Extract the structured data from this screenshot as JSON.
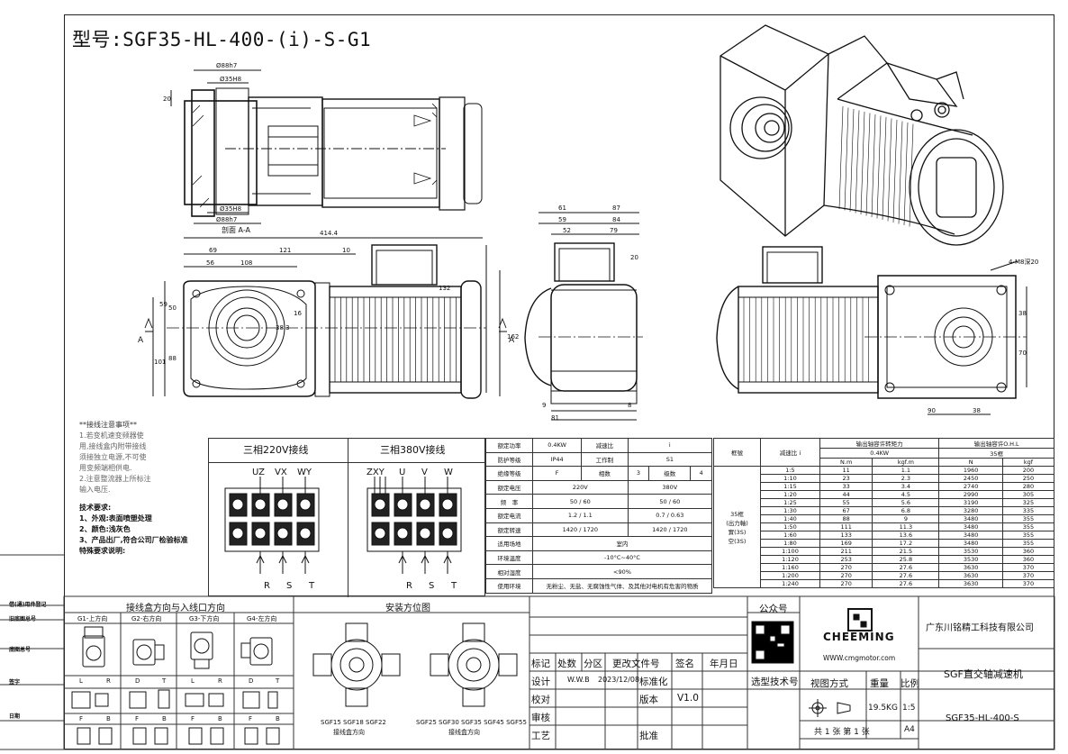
{
  "title": "型号:SGF35-HL-400-(i)-S-G1",
  "section_label": "剖面 A-A",
  "dims": {
    "d88_top": "Ø88h7",
    "d35_top": "Ø35H8",
    "d35_bot": "Ø35H8",
    "d88_bot": "Ø88h7",
    "h20": "20",
    "total": "414.4",
    "d69": "69",
    "d121": "121",
    "d10": "10",
    "d56": "56",
    "d108": "108",
    "d59": "59",
    "d50": "50",
    "d88": "88",
    "d101": "101",
    "d16": "16",
    "d38_3": "38.3",
    "d132": "132",
    "d162": "162",
    "d61": "61",
    "d87": "87",
    "d59b": "59",
    "d84": "84",
    "d52": "52",
    "d79": "79",
    "d20": "20",
    "d9": "9",
    "d8": "8",
    "d81": "81",
    "m8": "4-M8深20",
    "d38": "38",
    "d70": "70",
    "d90": "90",
    "d38b": "38",
    "A": "A"
  },
  "notes": {
    "head": "**接线注意事项**",
    "l1": "1.若变机速变频器使",
    "l2": "用,接线盒内附带接线",
    "l3": "须接独立电源,不可使",
    "l4": "用变频端相供电.",
    "l5": "2.注意整流器上所标注",
    "l6": "输入电压.",
    "tech_head": "技术要求:",
    "t1": "1、外观:表面喷塑处理",
    "t2": "2、颜色:浅灰色",
    "t3": "3、产品出厂,符合公司厂检验标准",
    "t4": "特殊要求说明:"
  },
  "wiring": {
    "title220": "三相220V接线",
    "title380": "三相380V接线",
    "t220": [
      "UZ",
      "VX",
      "WY"
    ],
    "t380": [
      "ZXY",
      "U",
      "V",
      "W"
    ],
    "rst": [
      "R",
      "S",
      "T"
    ]
  },
  "spec": {
    "rows": [
      [
        "额定功率",
        "0.4KW",
        "减速比",
        "i"
      ],
      [
        "防护等级",
        "IP44",
        "工作制",
        "S1"
      ],
      [
        "绝缘等级",
        "F",
        "相数",
        "3",
        "级数",
        "4"
      ],
      [
        "额定电压",
        "220V",
        "380V"
      ],
      [
        "频　率",
        "50 / 60",
        "50 / 60"
      ],
      [
        "额定电流",
        "1.2 / 1.1",
        "0.7 / 0.63"
      ],
      [
        "额定转速",
        "1420 / 1720",
        "1420 / 1720"
      ],
      [
        "适用场地",
        "室内"
      ],
      [
        "环境温度",
        "-10°C~40°C"
      ],
      [
        "相对湿度",
        "<90%"
      ],
      [
        "使用环境",
        "无粉尘、无盐、无腐蚀性气体、及其他对电机有危害的物质"
      ]
    ]
  },
  "torque": {
    "h_frame": "框號",
    "h_ratio": "减速比 i",
    "h_torque": "输出轴容许转矩力",
    "h_ohl": "输出轴容许O.H.L",
    "power": "0.4KW",
    "frame35": "35框",
    "u_nm": "N.m",
    "u_kgfm": "kgf.m",
    "u_n": "N",
    "u_kgf": "kgf",
    "frame_label": [
      "35框",
      "(出力軸)",
      "實(3S)",
      "空(3S)"
    ],
    "rows": [
      [
        "1:5",
        "11",
        "1.1",
        "1960",
        "200"
      ],
      [
        "1:10",
        "23",
        "2.3",
        "2450",
        "250"
      ],
      [
        "1:15",
        "33",
        "3.4",
        "2740",
        "280"
      ],
      [
        "1:20",
        "44",
        "4.5",
        "2990",
        "305"
      ],
      [
        "1:25",
        "55",
        "5.6",
        "3190",
        "325"
      ],
      [
        "1:30",
        "67",
        "6.8",
        "3280",
        "335"
      ],
      [
        "1:40",
        "88",
        "9",
        "3480",
        "355"
      ],
      [
        "1:50",
        "111",
        "11.3",
        "3480",
        "355"
      ],
      [
        "1:60",
        "133",
        "13.6",
        "3480",
        "355"
      ],
      [
        "1:80",
        "169",
        "17.2",
        "3480",
        "355"
      ],
      [
        "1:100",
        "211",
        "21.5",
        "3530",
        "360"
      ],
      [
        "1:120",
        "253",
        "25.8",
        "3530",
        "360"
      ],
      [
        "1:160",
        "270",
        "27.6",
        "3630",
        "370"
      ],
      [
        "1:200",
        "270",
        "27.6",
        "3630",
        "370"
      ],
      [
        "1:240",
        "270",
        "27.6",
        "3630",
        "370"
      ]
    ]
  },
  "junction": {
    "title": "接线盒方向与入线口方向",
    "heads": [
      "G1-上方向",
      "G2-右方向",
      "G3-下方向",
      "G4-左方向"
    ],
    "lr": [
      [
        "L",
        "R"
      ],
      [
        "D",
        "T"
      ],
      [
        "L",
        "R"
      ],
      [
        "D",
        "T"
      ]
    ],
    "fb": [
      [
        "F",
        "B"
      ],
      [
        "F",
        "B"
      ],
      [
        "F",
        "B"
      ],
      [
        "F",
        "B"
      ]
    ]
  },
  "install": {
    "title": "安装方位图",
    "left_caption1": "SGF15 SGF18 SGF22",
    "left_caption2": "接线盒方向",
    "right_caption1": "SGF25 SGF30 SGF35 SGF45 SGF55",
    "right_caption2": "接线盒方向"
  },
  "side": [
    "借(通)用件登记",
    "旧底图总号",
    "底图总号",
    "签字",
    "日期"
  ],
  "titleblock": {
    "rev": [
      "标记",
      "处数",
      "分区",
      "更改文件号",
      "签名",
      "年月日"
    ],
    "design": "设计",
    "designer": "W.W.B",
    "date": "2023/12/08",
    "std": "标准化",
    "check": "校对",
    "version_label": "版本",
    "version": "V1.0",
    "review": "审核",
    "craft": "工艺",
    "approve": "批准",
    "public": "公众号",
    "website": "WWW.cmgmotor.com",
    "brand": "CHEEMING",
    "support": "选型技术号",
    "company": "广东川铭精工科技有限公司",
    "product": "SGF直交轴减速机",
    "view_label": "视图方式",
    "weight_label": "重量",
    "scale_label": "比例",
    "weight": "19.5KG",
    "scale": "1:5",
    "sheets": "共 1 张 第 1 张",
    "paper": "A4",
    "model": "SGF35-HL-400-S"
  }
}
